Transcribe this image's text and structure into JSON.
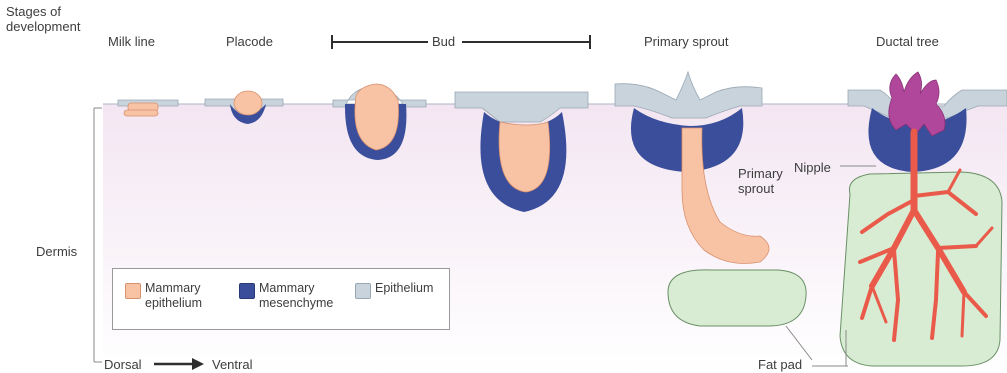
{
  "header": {
    "stages_label_line1": "Stages of",
    "stages_label_line2": "development",
    "milk_line": "Milk line",
    "placode": "Placode",
    "bud": "Bud",
    "primary_sprout": "Primary sprout",
    "ductal_tree": "Ductal tree"
  },
  "annotations": {
    "dermis": "Dermis",
    "primary_sprout_line1": "Primary",
    "primary_sprout_line2": "sprout",
    "nipple": "Nipple",
    "fat_pad": "Fat pad",
    "dorsal": "Dorsal",
    "ventral": "Ventral"
  },
  "legend": {
    "items": [
      {
        "line1": "Mammary",
        "line2": "epithelium",
        "color": "#f8c3a4"
      },
      {
        "line1": "Mammary",
        "line2": "mesenchyme",
        "color": "#3a4e9b"
      },
      {
        "line1": "Epithelium",
        "line2": "",
        "color": "#c9d3db"
      }
    ]
  },
  "colors": {
    "dermis_top": "#f6eef6",
    "dermis_bottom": "#ffffff",
    "epithelium": "#c9d3db",
    "mammary_epithelium": "#f8c3a4",
    "mesenchyme": "#3a4e9b",
    "fat_pad": "#d8ecd3",
    "duct": "#ea5a4a",
    "nipple": "#b0479a"
  }
}
